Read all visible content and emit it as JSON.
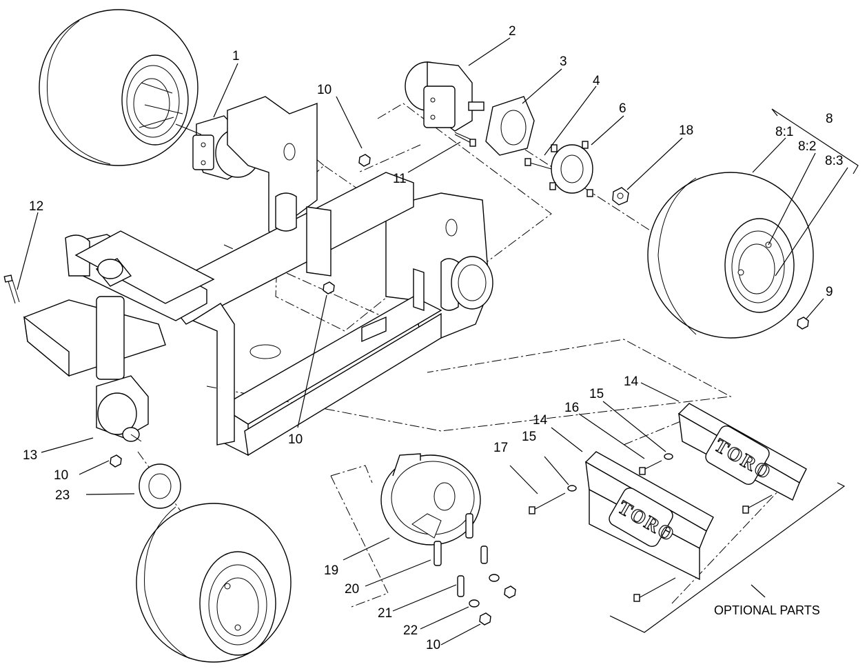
{
  "diagram": {
    "callouts": [
      {
        "id": "c1",
        "text": "1"
      },
      {
        "id": "c2",
        "text": "2"
      },
      {
        "id": "c3",
        "text": "3"
      },
      {
        "id": "c4",
        "text": "4"
      },
      {
        "id": "c6",
        "text": "6"
      },
      {
        "id": "c8",
        "text": "8"
      },
      {
        "id": "c8_1",
        "text": "8:1"
      },
      {
        "id": "c8_2",
        "text": "8:2"
      },
      {
        "id": "c8_3",
        "text": "8:3"
      },
      {
        "id": "c9",
        "text": "9"
      },
      {
        "id": "c10a",
        "text": "10"
      },
      {
        "id": "c10b",
        "text": "10"
      },
      {
        "id": "c10c",
        "text": "10"
      },
      {
        "id": "c10d",
        "text": "10"
      },
      {
        "id": "c11",
        "text": "11"
      },
      {
        "id": "c12",
        "text": "12"
      },
      {
        "id": "c13",
        "text": "13"
      },
      {
        "id": "c14a",
        "text": "14"
      },
      {
        "id": "c14b",
        "text": "14"
      },
      {
        "id": "c15a",
        "text": "15"
      },
      {
        "id": "c15b",
        "text": "15"
      },
      {
        "id": "c16",
        "text": "16"
      },
      {
        "id": "c17",
        "text": "17"
      },
      {
        "id": "c18",
        "text": "18"
      },
      {
        "id": "c19",
        "text": "19"
      },
      {
        "id": "c20",
        "text": "20"
      },
      {
        "id": "c21",
        "text": "21"
      },
      {
        "id": "c22",
        "text": "22"
      },
      {
        "id": "c23",
        "text": "23"
      }
    ],
    "optional_parts_label": "OPTIONAL PARTS",
    "weight_logo_text": "TORO"
  }
}
